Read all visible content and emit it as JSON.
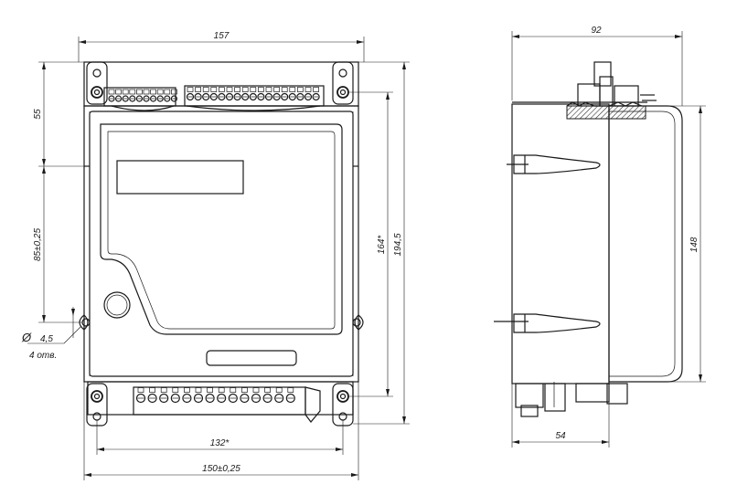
{
  "front_view": {
    "dims": {
      "total_width": "157",
      "top_offset": "55",
      "hole_spacing_v": "85±0,25",
      "inner_height": "164*",
      "total_height": "194,5",
      "bottom_span": "132*",
      "hole_spacing_h": "150±0,25",
      "hole_diameter": "4,5",
      "hole_count": "4 отв."
    },
    "diameter_symbol": "Ø"
  },
  "side_view": {
    "dims": {
      "depth": "92",
      "height": "148",
      "bottom_depth": "54"
    }
  }
}
